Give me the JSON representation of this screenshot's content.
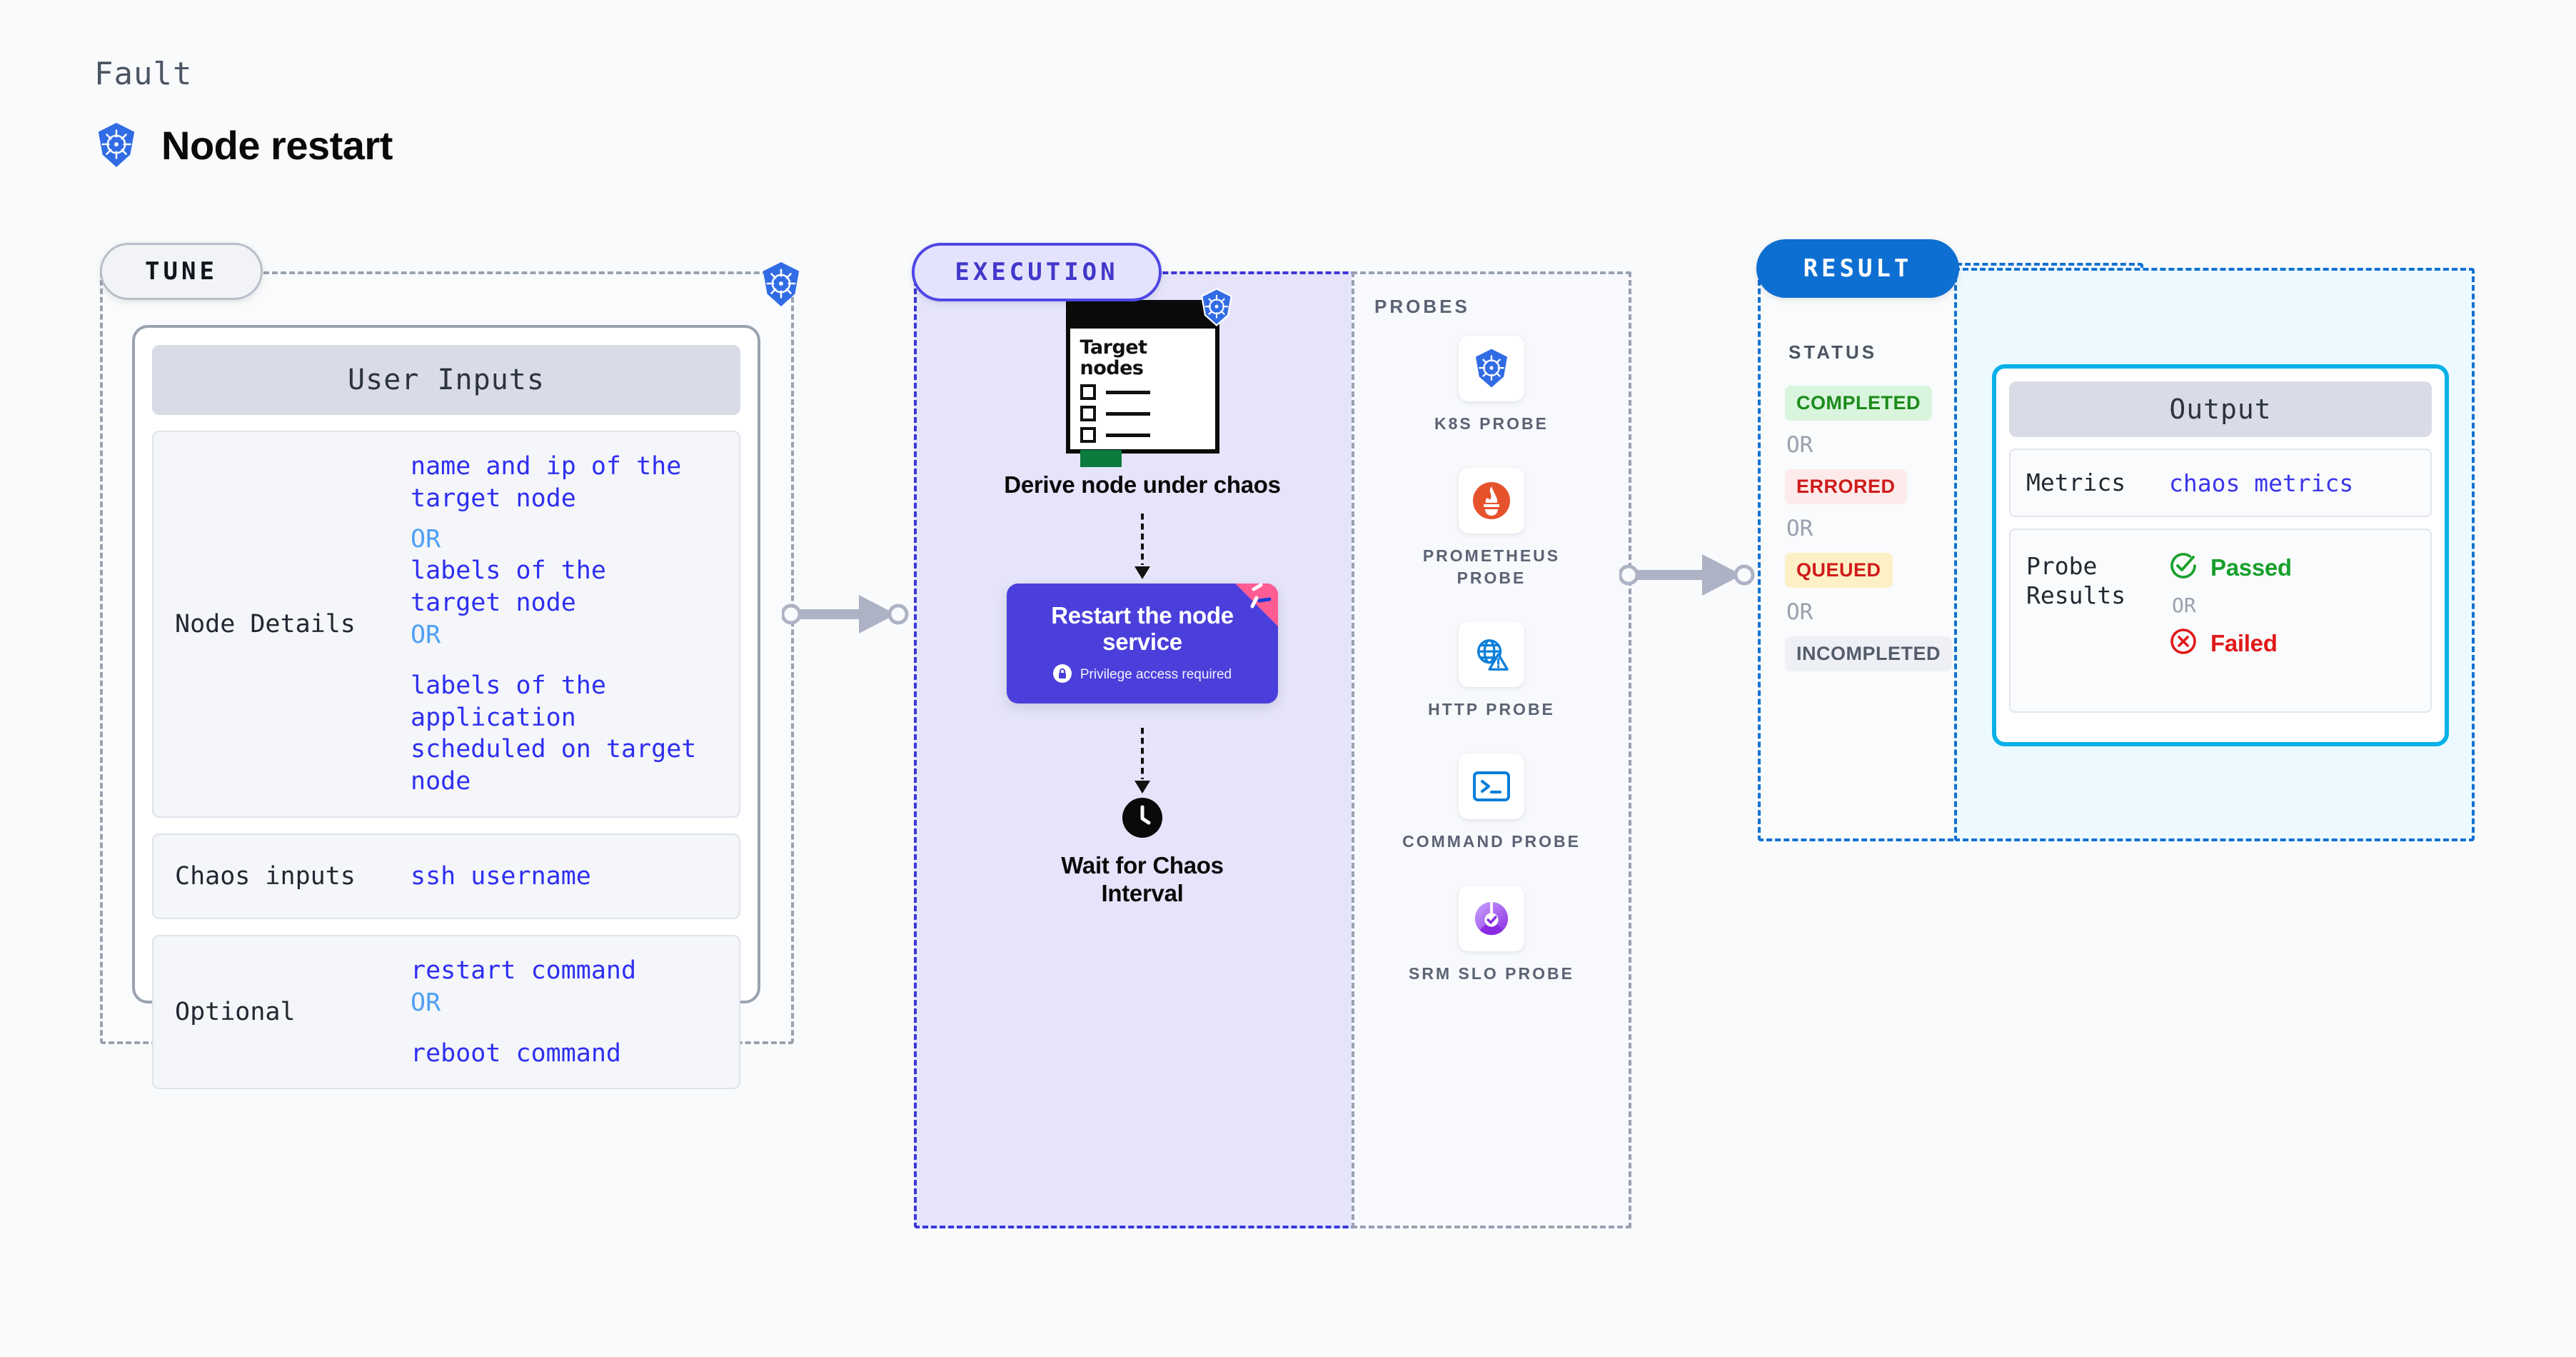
{
  "header": {
    "eyebrow": "Fault",
    "title": "Node restart",
    "logo_icon": "kubernetes-icon"
  },
  "colors": {
    "k8s_blue": "#326ce5",
    "execution_purple": "#4a3fda",
    "result_blue": "#0d6fd1",
    "output_cyan": "#07b0e8",
    "mono_value_blue": "#2f2ff0",
    "or_blue": "#4ea0f7",
    "chaos_pink": "#ff5c93",
    "passed_green": "#18a02b",
    "failed_red": "#e01919"
  },
  "stages": {
    "tune": {
      "pill_label": "TUNE",
      "badge_icon": "kubernetes-icon",
      "card_header": "User Inputs",
      "rows": [
        {
          "key": "Node Details",
          "values": [
            {
              "type": "value",
              "text": "name and ip of the"
            },
            {
              "type": "value",
              "text": "target node"
            },
            {
              "type": "gap-sm"
            },
            {
              "type": "or",
              "text": "OR"
            },
            {
              "type": "value",
              "text": "labels of the"
            },
            {
              "type": "value",
              "text": "target node"
            },
            {
              "type": "or",
              "text": "OR"
            },
            {
              "type": "gap-md"
            },
            {
              "type": "value",
              "text": "labels of the application"
            },
            {
              "type": "value",
              "text": " scheduled on target node"
            }
          ]
        },
        {
          "key": "Chaos inputs",
          "values": [
            {
              "type": "value",
              "text": "ssh username"
            }
          ]
        },
        {
          "key": "Optional",
          "values": [
            {
              "type": "value",
              "text": "restart command"
            },
            {
              "type": "or",
              "text": "OR"
            },
            {
              "type": "gap-md"
            },
            {
              "type": "value",
              "text": "reboot command"
            }
          ]
        }
      ]
    },
    "execution": {
      "pill_label": "EXECUTION",
      "target_card": {
        "title_line1": "Target",
        "title_line2": "nodes",
        "badge_icon": "kubernetes-icon",
        "checkbox_count": 3
      },
      "steps": [
        {
          "label": "Derive node under chaos"
        },
        {
          "label": "Restart the node service",
          "note": "Privilege access required",
          "note_icon": "lock-icon",
          "ribbon_icon": "chaos-flag-icon"
        },
        {
          "label": "Wait for Chaos Interval",
          "icon": "clock-icon"
        }
      ]
    },
    "probes": {
      "title": "PROBES",
      "items": [
        {
          "label": "K8S PROBE",
          "icon": "kubernetes-icon"
        },
        {
          "label": "PROMETHEUS PROBE",
          "icon": "prometheus-icon"
        },
        {
          "label": "HTTP PROBE",
          "icon": "globe-warning-icon"
        },
        {
          "label": "COMMAND PROBE",
          "icon": "terminal-icon"
        },
        {
          "label": "SRM SLO PROBE",
          "icon": "srm-slo-icon"
        }
      ]
    },
    "result": {
      "pill_label": "RESULT",
      "status_title": "STATUS",
      "statuses": [
        {
          "label": "COMPLETED",
          "bg": "#d9f5dd",
          "fg": "#1a8a1a"
        },
        {
          "label": "ERRORED",
          "bg": "#fdeaea",
          "fg": "#cf1b1b"
        },
        {
          "label": "QUEUED",
          "bg": "#fdf0c6",
          "fg": "#cf1b1b"
        },
        {
          "label": "INCOMPLETED",
          "bg": "#eef0f6",
          "fg": "#545c6b"
        }
      ],
      "or_label": "OR",
      "output": {
        "header": "Output",
        "metrics_key": "Metrics",
        "metrics_value": "chaos metrics",
        "probe_key_line1": "Probe",
        "probe_key_line2": "Results",
        "passed_label": "Passed",
        "failed_label": "Failed",
        "or_label": "OR",
        "passed_icon": "check-circle-icon",
        "failed_icon": "x-circle-icon"
      }
    }
  }
}
